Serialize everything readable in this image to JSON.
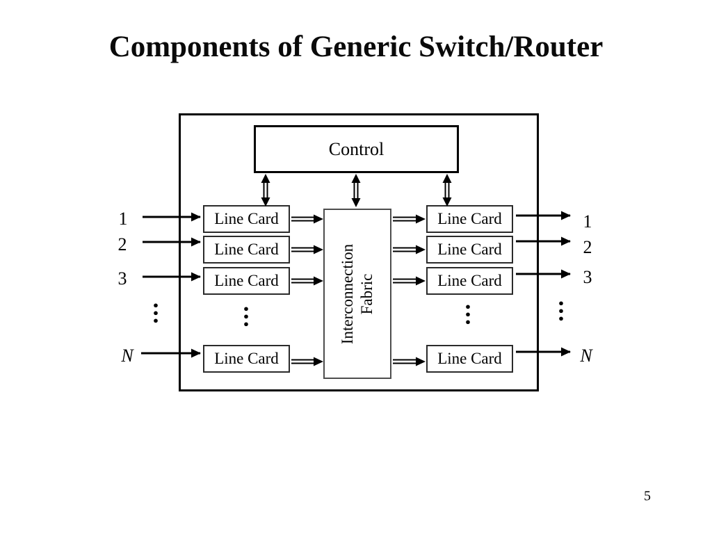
{
  "slide": {
    "title": "Components of Generic Switch/Router",
    "page_number": "5"
  },
  "diagram": {
    "control_label": "Control",
    "fabric_label_line1": "Interconnection",
    "fabric_label_line2": "Fabric",
    "line_card_label": "Line Card",
    "ellipsis": "•\n•\n•",
    "left_ports": [
      "1",
      "2",
      "3",
      "N"
    ],
    "right_ports": [
      "1",
      "2",
      "3",
      "N"
    ],
    "colors": {
      "ink": "#000000",
      "background": "#ffffff",
      "fabric_border": "#4d4d4d"
    }
  }
}
